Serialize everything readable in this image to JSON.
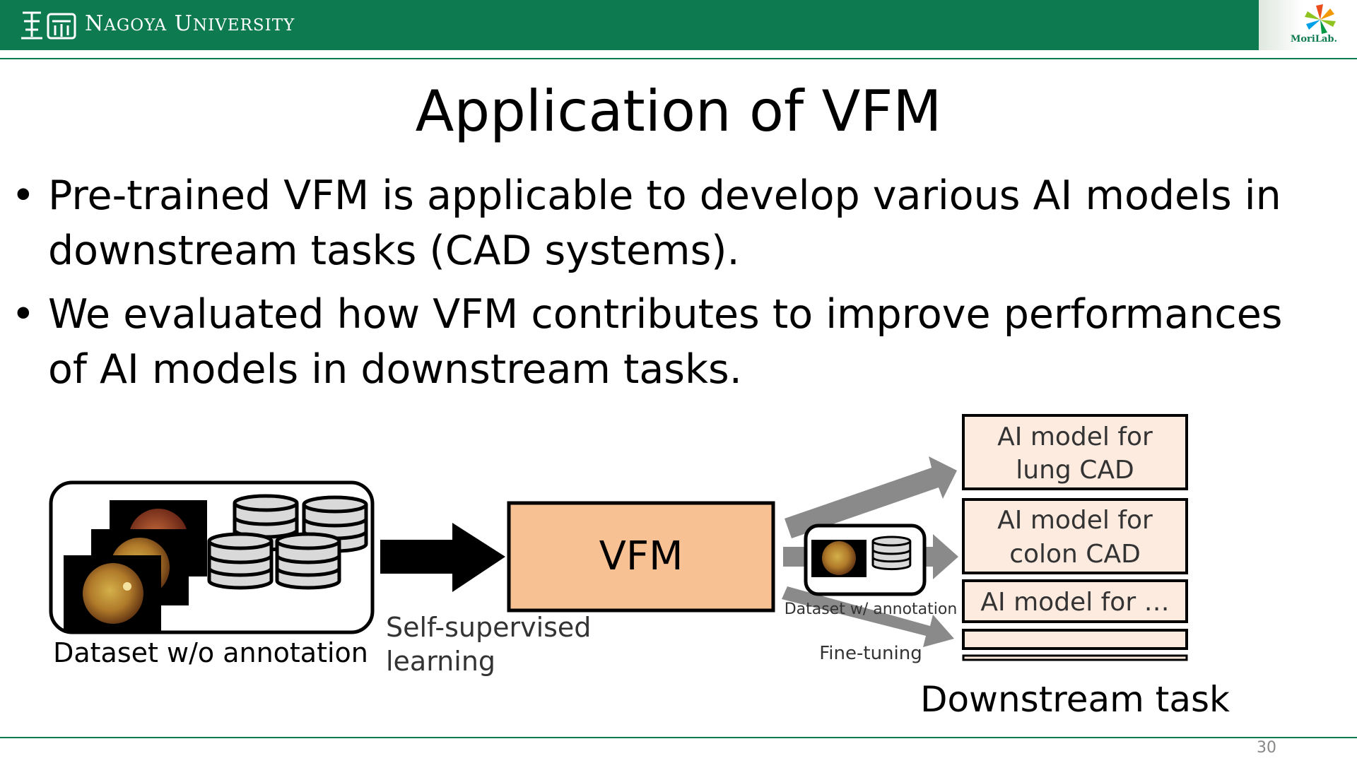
{
  "header": {
    "university_initial_1": "N",
    "university_rest_1": "AGOYA",
    "university_initial_2": "U",
    "university_rest_2": "NIVERSITY",
    "emblem_icon": "nagoya-university-emblem-icon",
    "lab_logo_icon": "morilab-pinwheel-logo-icon",
    "lab_logo_text": "MoriLab."
  },
  "colors": {
    "header_green": "#0e7a50",
    "vfm_box": "#f8c193",
    "task_box": "#fdebdf",
    "gray_arrow": "#8a8a8a"
  },
  "title": "Application of VFM",
  "bullets": [
    "Pre-trained VFM is applicable to develop various AI models in downstream tasks (CAD systems).",
    "We evaluated how VFM contributes to improve performances of AI models in downstream tasks."
  ],
  "diagram": {
    "dataset_unlabeled_label": "Dataset w/o annotation",
    "ssl_label_line1": "Self-supervised",
    "ssl_label_line2": "learning",
    "vfm_label": "VFM",
    "dataset_labeled_label": "Dataset w/ annotation",
    "fine_tuning_label": "Fine-tuning",
    "task_boxes": [
      {
        "line1": "AI model for",
        "line2": "lung CAD"
      },
      {
        "line1": "AI model for",
        "line2": "colon CAD"
      },
      {
        "line1": "AI model for …",
        "line2": ""
      }
    ],
    "downstream_label": "Downstream task"
  },
  "page_number": "30"
}
